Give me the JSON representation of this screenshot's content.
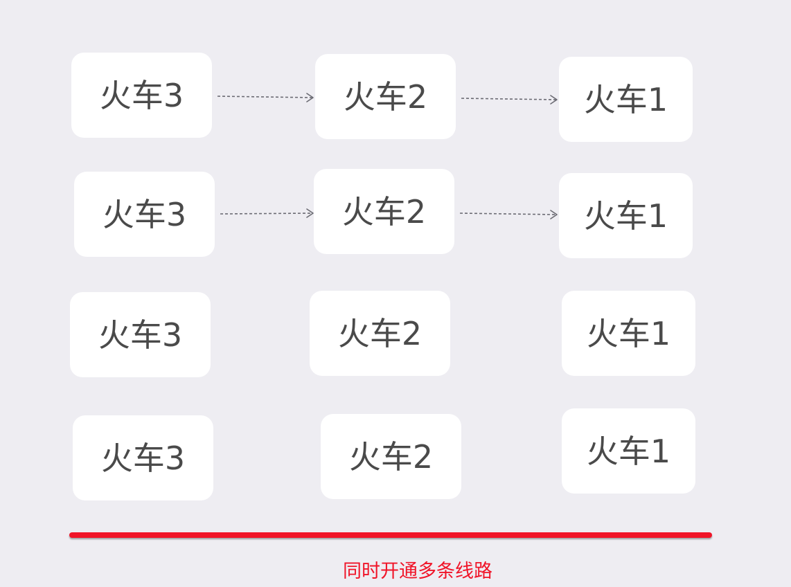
{
  "rows": [
    {
      "boxes": [
        {
          "label": "火车3"
        },
        {
          "label": "火车2"
        },
        {
          "label": "火车1"
        }
      ]
    },
    {
      "boxes": [
        {
          "label": "火车3"
        },
        {
          "label": "火车2"
        },
        {
          "label": "火车1"
        }
      ]
    },
    {
      "boxes": [
        {
          "label": "火车3"
        },
        {
          "label": "火车2"
        },
        {
          "label": "火车1"
        }
      ]
    },
    {
      "boxes": [
        {
          "label": "火车3"
        },
        {
          "label": "火车2"
        },
        {
          "label": "火车1"
        }
      ]
    }
  ],
  "caption": "同时开通多条线路",
  "colors": {
    "background": "#eeedf2",
    "box": "#ffffff",
    "text": "#4a4a4a",
    "arrow": "#6a6a72",
    "accent": "#f01428"
  }
}
